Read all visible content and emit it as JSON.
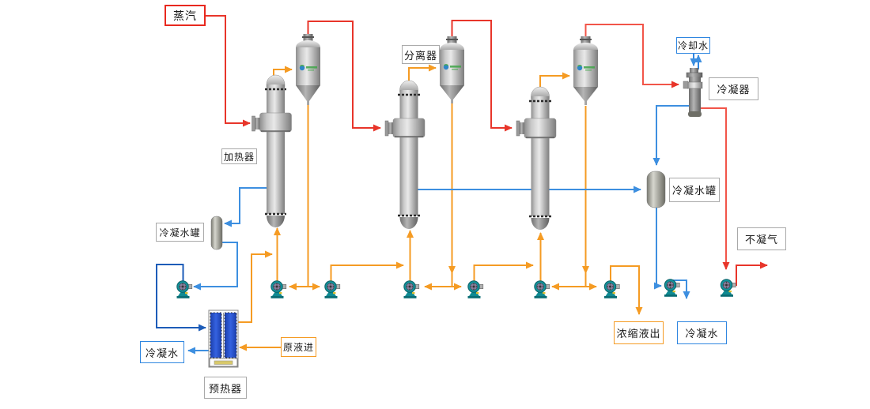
{
  "diagram_type": "process-flow-diagram",
  "labels": {
    "steam": "蒸汽",
    "heater": "加热器",
    "separator": "分离器",
    "cooling_water": "冷却水",
    "condenser": "冷凝器",
    "condensate_tank_right": "冷凝水罐",
    "condensate_tank_left": "冷凝水罐",
    "non_condensable_gas": "不凝气",
    "concentrate_out": "浓缩液出",
    "condensate_water_right": "冷凝水",
    "condensate_water_left": "冷凝水",
    "raw_liquid_in": "原液进",
    "preheater": "预热器"
  },
  "equipment_icons": [
    "evaporator-heater-1",
    "evaporator-heater-2",
    "evaporator-heater-3",
    "vapor-separator-1",
    "vapor-separator-2",
    "vapor-separator-3",
    "condenser-column",
    "condensate-tank-left",
    "condensate-tank-right",
    "plate-preheater",
    "pump-1",
    "pump-2",
    "pump-3",
    "pump-4",
    "pump-5",
    "pump-6",
    "pump-7",
    "pump-8",
    "pump-9"
  ],
  "colors": {
    "steam_vapor_line": "#e8352a",
    "process_liquid_line": "#f59b23",
    "cooling_condensate_line": "#3d8fe0",
    "condensate_feed_line": "#1d5cb8",
    "vessel_metal": "#b9b9b9",
    "pump_body": "#12939b",
    "preheater_blue": "#2a52cc",
    "label_border_gray": "#a9a9a9"
  }
}
